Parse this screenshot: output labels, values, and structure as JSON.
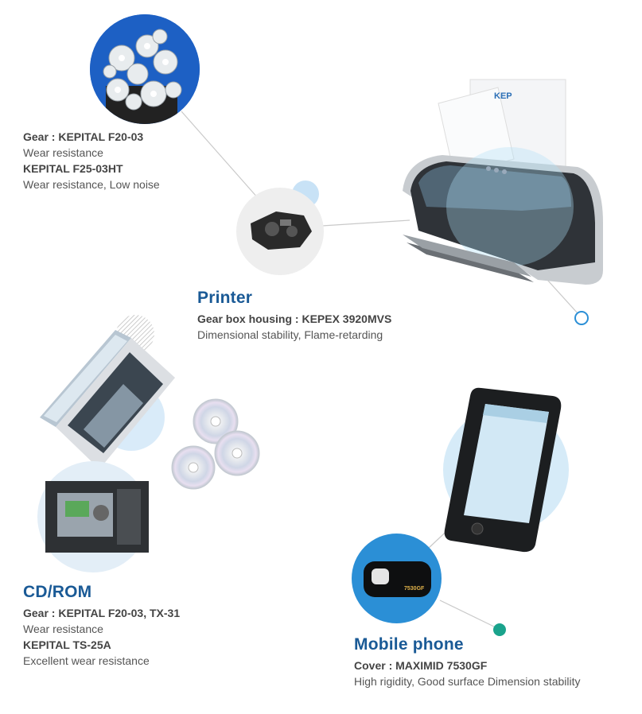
{
  "gear": {
    "line1_strong": "Gear : KEPITAL F20-03",
    "line2_light": "Wear resistance",
    "line3_strong": "KEPITAL F25-03HT",
    "line4_light": "Wear resistance, Low noise"
  },
  "printer": {
    "title": "Printer",
    "line1_strong": "Gear box housing : KEPEX 3920MVS",
    "line2_light": "Dimensional stability, Flame-retarding",
    "paper_brand": "KEP"
  },
  "cdrom": {
    "title": "CD/ROM",
    "line1_strong": "Gear : KEPITAL F20-03, TX-31",
    "line2_light": "Wear resistance",
    "line3_strong": "KEPITAL TS-25A",
    "line4_light": "Excellent wear resistance"
  },
  "mobile": {
    "title": "Mobile phone",
    "line1_strong": "Cover : MAXIMID 7530GF",
    "line2_light": "High rigidity, Good surface Dimension stability",
    "part_label": "7530GF"
  },
  "colors": {
    "title_blue": "#1a5a96",
    "accent_blue": "#2b8fd6",
    "teal_dot": "#1aa38c",
    "pale_blue": "#dceefa"
  }
}
